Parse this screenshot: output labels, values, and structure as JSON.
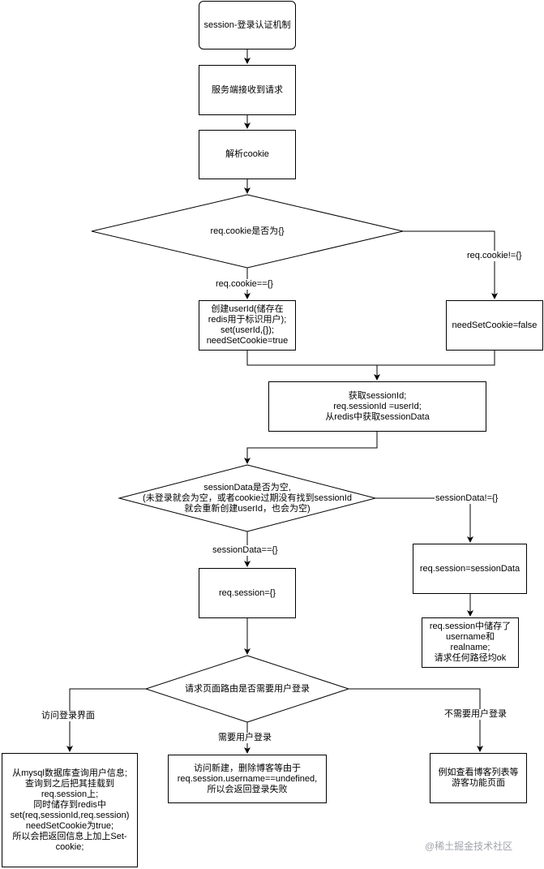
{
  "nodes": {
    "start": "session-登录认证机制",
    "receive": "服务端接收到请求",
    "parse": "解析cookie",
    "cookie_check": "req.cookie是否为{}",
    "create_user": "创建userId(储存在\nredis用于标识用户);\nset(userId,{});\nneedSetCookie=true",
    "need_false": "needSetCookie=false",
    "get_session": "获取sessionId;\nreq.sessionId =userId;\n从redis中获取sessionData",
    "session_check": "sessionData是否为空,\n(未登录就会为空，或者cookie过期没有找到sessionId\n就会重新创建userId，也会为空)",
    "session_empty": "req.session={}",
    "session_set": "req.session=sessionData",
    "session_stored": "req.session中储存了\nusername和\nrealname;\n请求任何路径均ok",
    "route_check": "请求页面路由是否需要用户登录",
    "login_page": "从mysql数据库查询用户信息;\n查询到之后把其挂载到\nreq.session上;\n同时储存到redis中\nset(req,sessionId,req.session)\nneedSetCookie为true;\n所以会把返回信息上加上Set-\ncookie;",
    "need_login": "访问新建，删除博客等由于\nreq.session.username==undefined,\n所以会返回登录失败",
    "no_login": "例如查看博客列表等\n游客功能页面"
  },
  "edge_labels": {
    "cookie_empty": "req.cookie=={}",
    "cookie_not_empty": "req.cookie!={}",
    "session_empty": "sessionData=={}",
    "session_not_empty": "sessionData!={}",
    "visit_login": "访问登录界面",
    "need_login": "需要用户登录",
    "no_login": "不需要用户登录"
  },
  "watermark": "@稀土掘金技术社区"
}
